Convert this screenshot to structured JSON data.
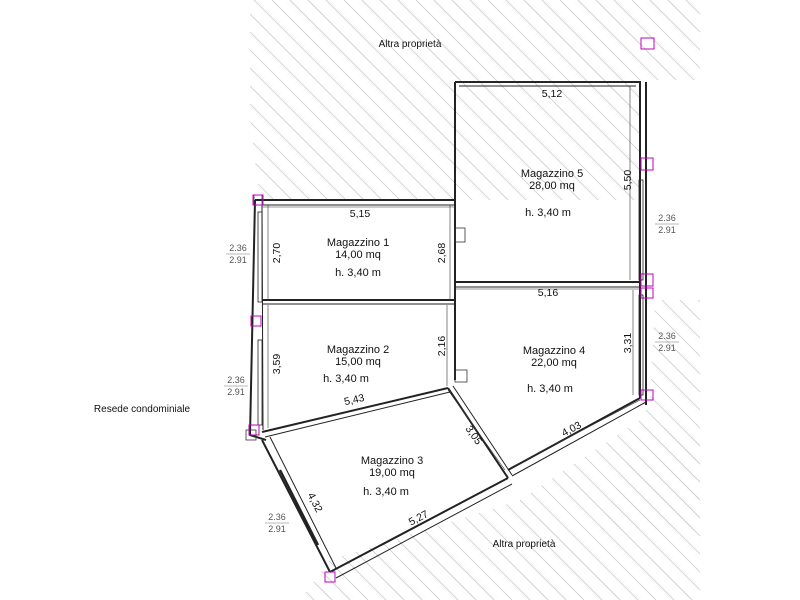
{
  "surroundings": {
    "top": "Altra proprietà",
    "left": "Resede condominiale",
    "bottom": "Altra proprietà"
  },
  "rooms": [
    {
      "id": "m1",
      "name": "Magazzino 1",
      "area": "14,00 mq",
      "height": "h. 3,40 m"
    },
    {
      "id": "m2",
      "name": "Magazzino 2",
      "area": "15,00 mq",
      "height": "h. 3,40 m"
    },
    {
      "id": "m3",
      "name": "Magazzino 3",
      "area": "19,00 mq",
      "height": "h. 3,40 m"
    },
    {
      "id": "m4",
      "name": "Magazzino 4",
      "area": "22,00 mq",
      "height": "h. 3,40 m"
    },
    {
      "id": "m5",
      "name": "Magazzino 5",
      "area": "28,00 mq",
      "height": "h. 3,40 m"
    }
  ],
  "dimensions": {
    "m5_width": "5,12",
    "m5_depth": "5,50",
    "m1_width": "5,15",
    "m1_depth_left": "2,70",
    "m1_depth_right": "2,68",
    "m4_width": "5,16",
    "m4_depth": "3,31",
    "m2_depth_left": "3,59",
    "m2_depth_right": "2,16",
    "m2_bottom": "5,43",
    "m3_right": "3,05",
    "m4_bottom": "4,03",
    "m3_left": "4,32",
    "m3_bottom": "5,27"
  },
  "windows": [
    {
      "id": "w_left_1",
      "sill": "2.36",
      "top": "2.91"
    },
    {
      "id": "w_left_2",
      "sill": "2.36",
      "top": "2.91"
    },
    {
      "id": "w_left_3",
      "sill": "2.36",
      "top": "2.91"
    },
    {
      "id": "w_right_1",
      "sill": "2.36",
      "top": "2.91"
    },
    {
      "id": "w_right_2",
      "sill": "2.36",
      "top": "2.91"
    }
  ]
}
